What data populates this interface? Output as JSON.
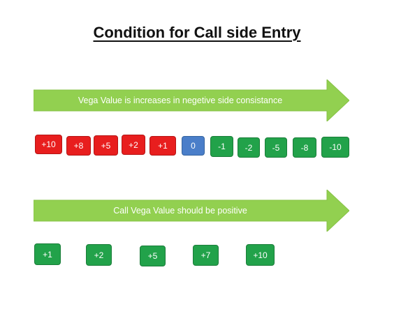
{
  "title": "Condition for Call side Entry",
  "arrow_top": {
    "label": "Vega Value is increases in negetive side consistance"
  },
  "arrow_bottom": {
    "label": "Call Vega Value should be positive"
  },
  "colors": {
    "arrow": "#92d050",
    "red": "#e81e1e",
    "blue": "#4a7ec9",
    "green": "#22a24a"
  },
  "row_top": [
    "+10",
    "+8",
    "+5",
    "+2",
    "+1",
    "0",
    "-1",
    "-2",
    "-5",
    "-8",
    "-10"
  ],
  "row_bottom": [
    "+1",
    "+2",
    "+5",
    "+7",
    "+10"
  ]
}
